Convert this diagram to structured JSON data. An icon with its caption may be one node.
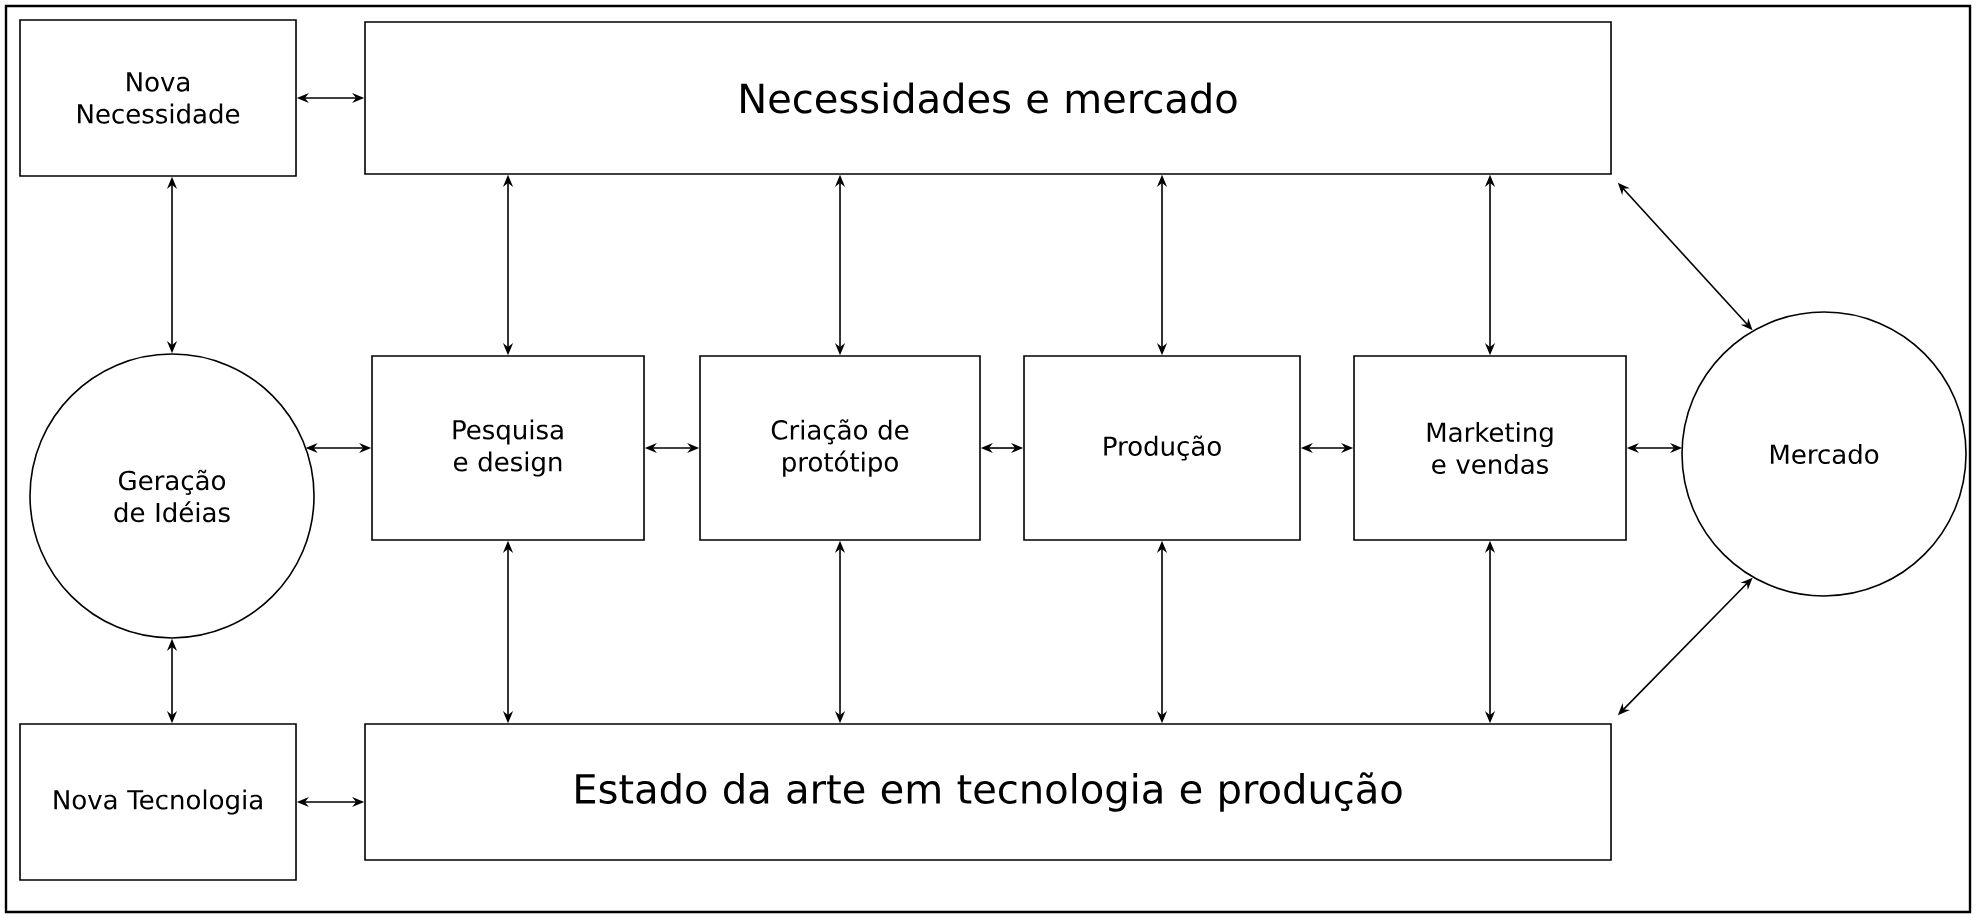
{
  "diagram": {
    "nodes": [
      {
        "text": [
          "Nova Necessidade"
        ]
      },
      {
        "text": [
          "Necessidades e mercado"
        ]
      },
      {
        "text": [
          "Geração de Idéias"
        ]
      },
      {
        "text": [
          "Pesquisa e design"
        ]
      },
      {
        "text": [
          "Criação de protótipo"
        ]
      },
      {
        "text": [
          "Produção"
        ]
      },
      {
        "text": [
          "Marketing e vendas"
        ]
      },
      {
        "text": [
          "Mercado"
        ]
      },
      {
        "text": [
          "Nova Tecnologia"
        ]
      },
      {
        "text": [
          "Estado da arte em tecnologia e produção"
        ]
      }
    ],
    "edges": [
      {
        "from": 0,
        "to": 1,
        "arrow": "both"
      },
      {
        "from": 0,
        "to": 2,
        "arrow": "both"
      },
      {
        "from": 2,
        "to": 8,
        "arrow": "both"
      },
      {
        "from": 8,
        "to": 9,
        "arrow": "both"
      },
      {
        "from": 2,
        "to": 3,
        "arrow": "both"
      },
      {
        "from": 3,
        "to": 4,
        "arrow": "both"
      },
      {
        "from": 4,
        "to": 5,
        "arrow": "both"
      },
      {
        "from": 5,
        "to": 6,
        "arrow": "both"
      },
      {
        "from": 6,
        "to": 7,
        "arrow": "both"
      },
      {
        "from": 1,
        "to": 3,
        "arrow": "both"
      },
      {
        "from": 1,
        "to": 4,
        "arrow": "both"
      },
      {
        "from": 1,
        "to": 5,
        "arrow": "both"
      },
      {
        "from": 1,
        "to": 6,
        "arrow": "both"
      },
      {
        "from": 3,
        "to": 9,
        "arrow": "both"
      },
      {
        "from": 4,
        "to": 9,
        "arrow": "both"
      },
      {
        "from": 5,
        "to": 9,
        "arrow": "both"
      },
      {
        "from": 6,
        "to": 9,
        "arrow": "both"
      },
      {
        "from": 1,
        "to": 7,
        "arrow": "both"
      },
      {
        "from": 9,
        "to": 7,
        "arrow": "both"
      }
    ]
  }
}
